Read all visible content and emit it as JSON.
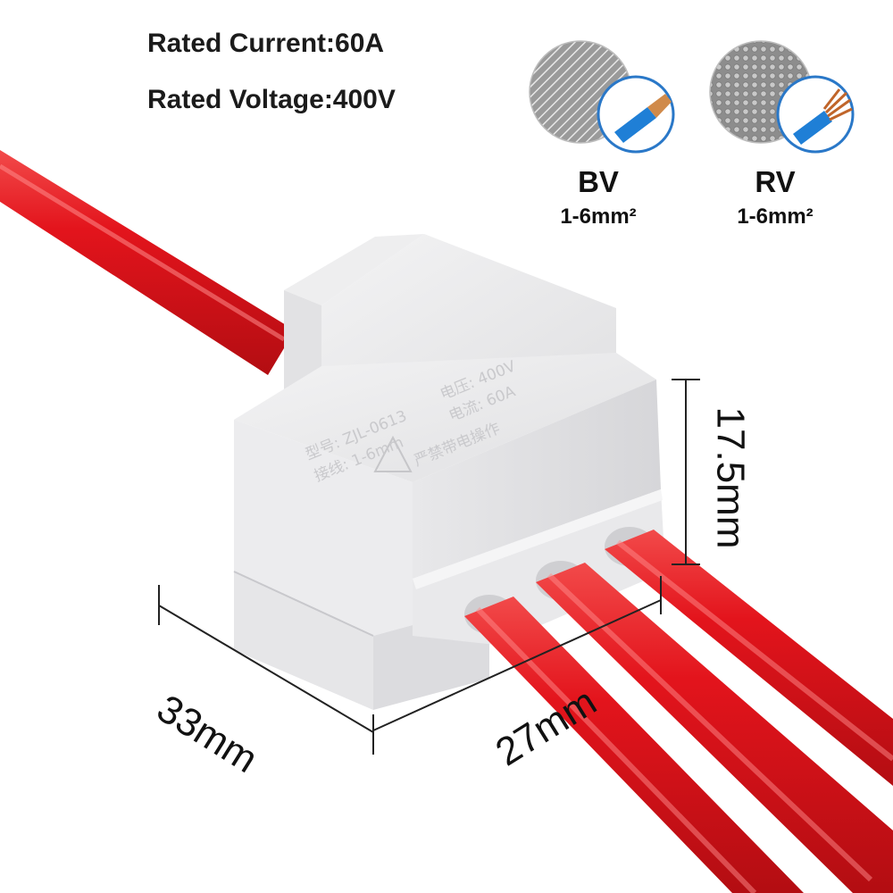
{
  "specs": {
    "rated_current": "Rated Current:60A",
    "rated_voltage": "Rated Voltage:400V"
  },
  "wire_types": [
    {
      "name": "BV",
      "range": "1-6mm²",
      "icon": "solid-core-wire-icon"
    },
    {
      "name": "RV",
      "range": "1-6mm²",
      "icon": "stranded-wire-icon"
    }
  ],
  "dimensions": {
    "height": "17.5mm",
    "width": "33mm",
    "depth": "27mm"
  },
  "connector_markings": {
    "model": "型号: ZJL-0613",
    "range": "接线: 1-6mm",
    "voltage": "电压: 400V",
    "current": "电流: 60A",
    "warning": "严禁带电操作"
  },
  "colors": {
    "wire_red": "#e3141c",
    "housing_grey": "#e4e4e6",
    "wire_blue": "#1f7fd6"
  }
}
